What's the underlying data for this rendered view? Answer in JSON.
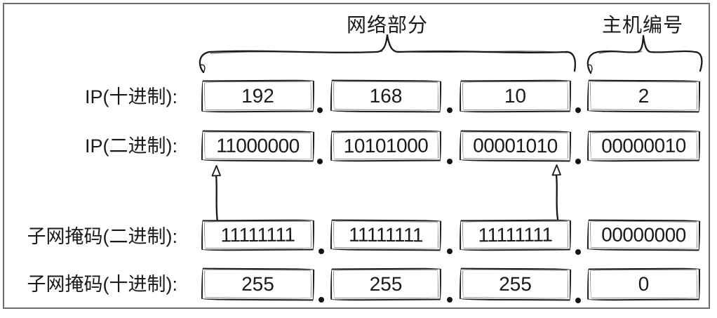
{
  "header_labels": {
    "network_part": "网络部分",
    "host_part": "主机编号"
  },
  "rows": [
    {
      "label": "IP(十进制):",
      "values": [
        "192",
        "168",
        "10",
        "2"
      ]
    },
    {
      "label": "IP(二进制):",
      "values": [
        "11000000",
        "10101000",
        "00001010",
        "00000010"
      ]
    },
    {
      "label": "子网掩码(二进制):",
      "values": [
        "11111111",
        "11111111",
        "11111111",
        "00000000"
      ]
    },
    {
      "label": "子网掩码(十进制):",
      "values": [
        "255",
        "255",
        "255",
        "0"
      ]
    }
  ],
  "octet_separator": ".",
  "colors": {
    "ink": "#1a1a1a",
    "frame_border": "#6e6e6e",
    "background": "#ffffff"
  }
}
